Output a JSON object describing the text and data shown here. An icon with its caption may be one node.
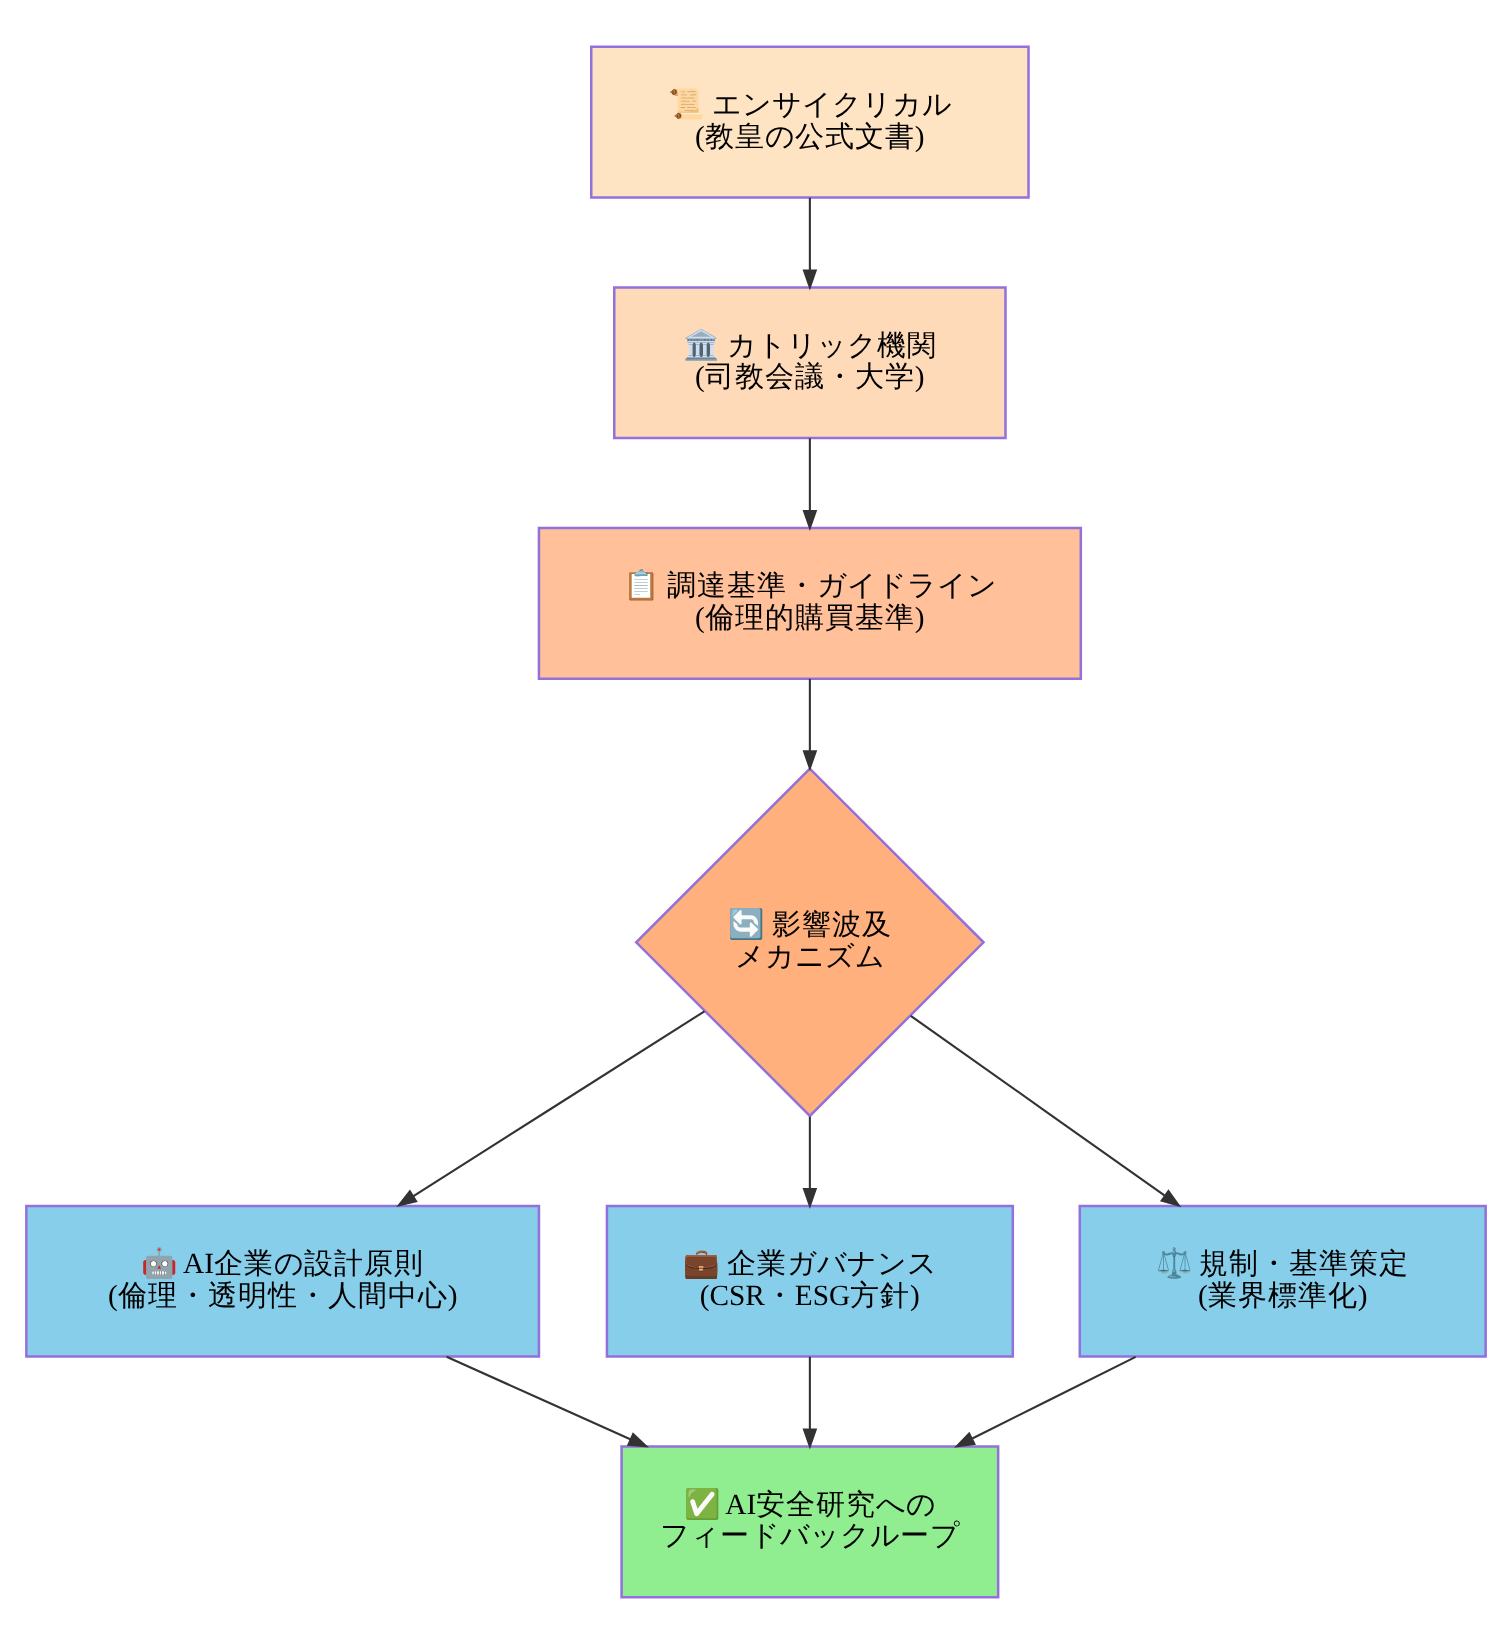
{
  "diagram": {
    "nodes": [
      {
        "text": [
          "📜 エンサイクリカル",
          "(教皇の公式文書)"
        ]
      },
      {
        "text": [
          "🏛️ カトリック機関",
          "(司教会議・大学)"
        ]
      },
      {
        "text": [
          "📋 調達基準・ガイドライン",
          "(倫理的購買基準)"
        ]
      },
      {
        "text": [
          "🔄 影響波及",
          "メカニズム"
        ]
      },
      {
        "text": [
          "🤖 AI企業の設計原則",
          "(倫理・透明性・人間中心)"
        ]
      },
      {
        "text": [
          "💼 企業ガバナンス",
          "(CSR・ESG方針)"
        ]
      },
      {
        "text": [
          "⚖️ 規制・基準策定",
          "(業界標準化)"
        ]
      },
      {
        "text": [
          "✅ AI安全研究への",
          "フィードバックループ"
        ]
      }
    ],
    "edges": [
      {
        "from": 0,
        "to": 1,
        "arrow": "to"
      },
      {
        "from": 1,
        "to": 2,
        "arrow": "to"
      },
      {
        "from": 2,
        "to": 3,
        "arrow": "to"
      },
      {
        "from": 3,
        "to": 4,
        "arrow": "to"
      },
      {
        "from": 3,
        "to": 5,
        "arrow": "to"
      },
      {
        "from": 3,
        "to": 6,
        "arrow": "to"
      },
      {
        "from": 4,
        "to": 7,
        "arrow": "to"
      },
      {
        "from": 5,
        "to": 7,
        "arrow": "to"
      },
      {
        "from": 6,
        "to": 7,
        "arrow": "to"
      }
    ]
  }
}
